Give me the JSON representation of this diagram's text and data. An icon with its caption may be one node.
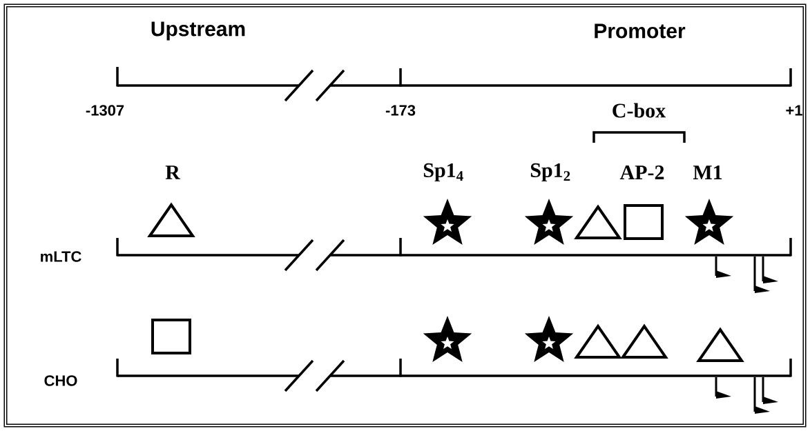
{
  "diagram": {
    "labels": [
      "Upstream",
      "Promoter",
      "-1307",
      "-173",
      "C-box",
      "+1",
      "R",
      "Sp1$_{4}$",
      "Sp1$_{2}$",
      "AP-2",
      "M1",
      "mLTC",
      "CHO"
    ]
  }
}
